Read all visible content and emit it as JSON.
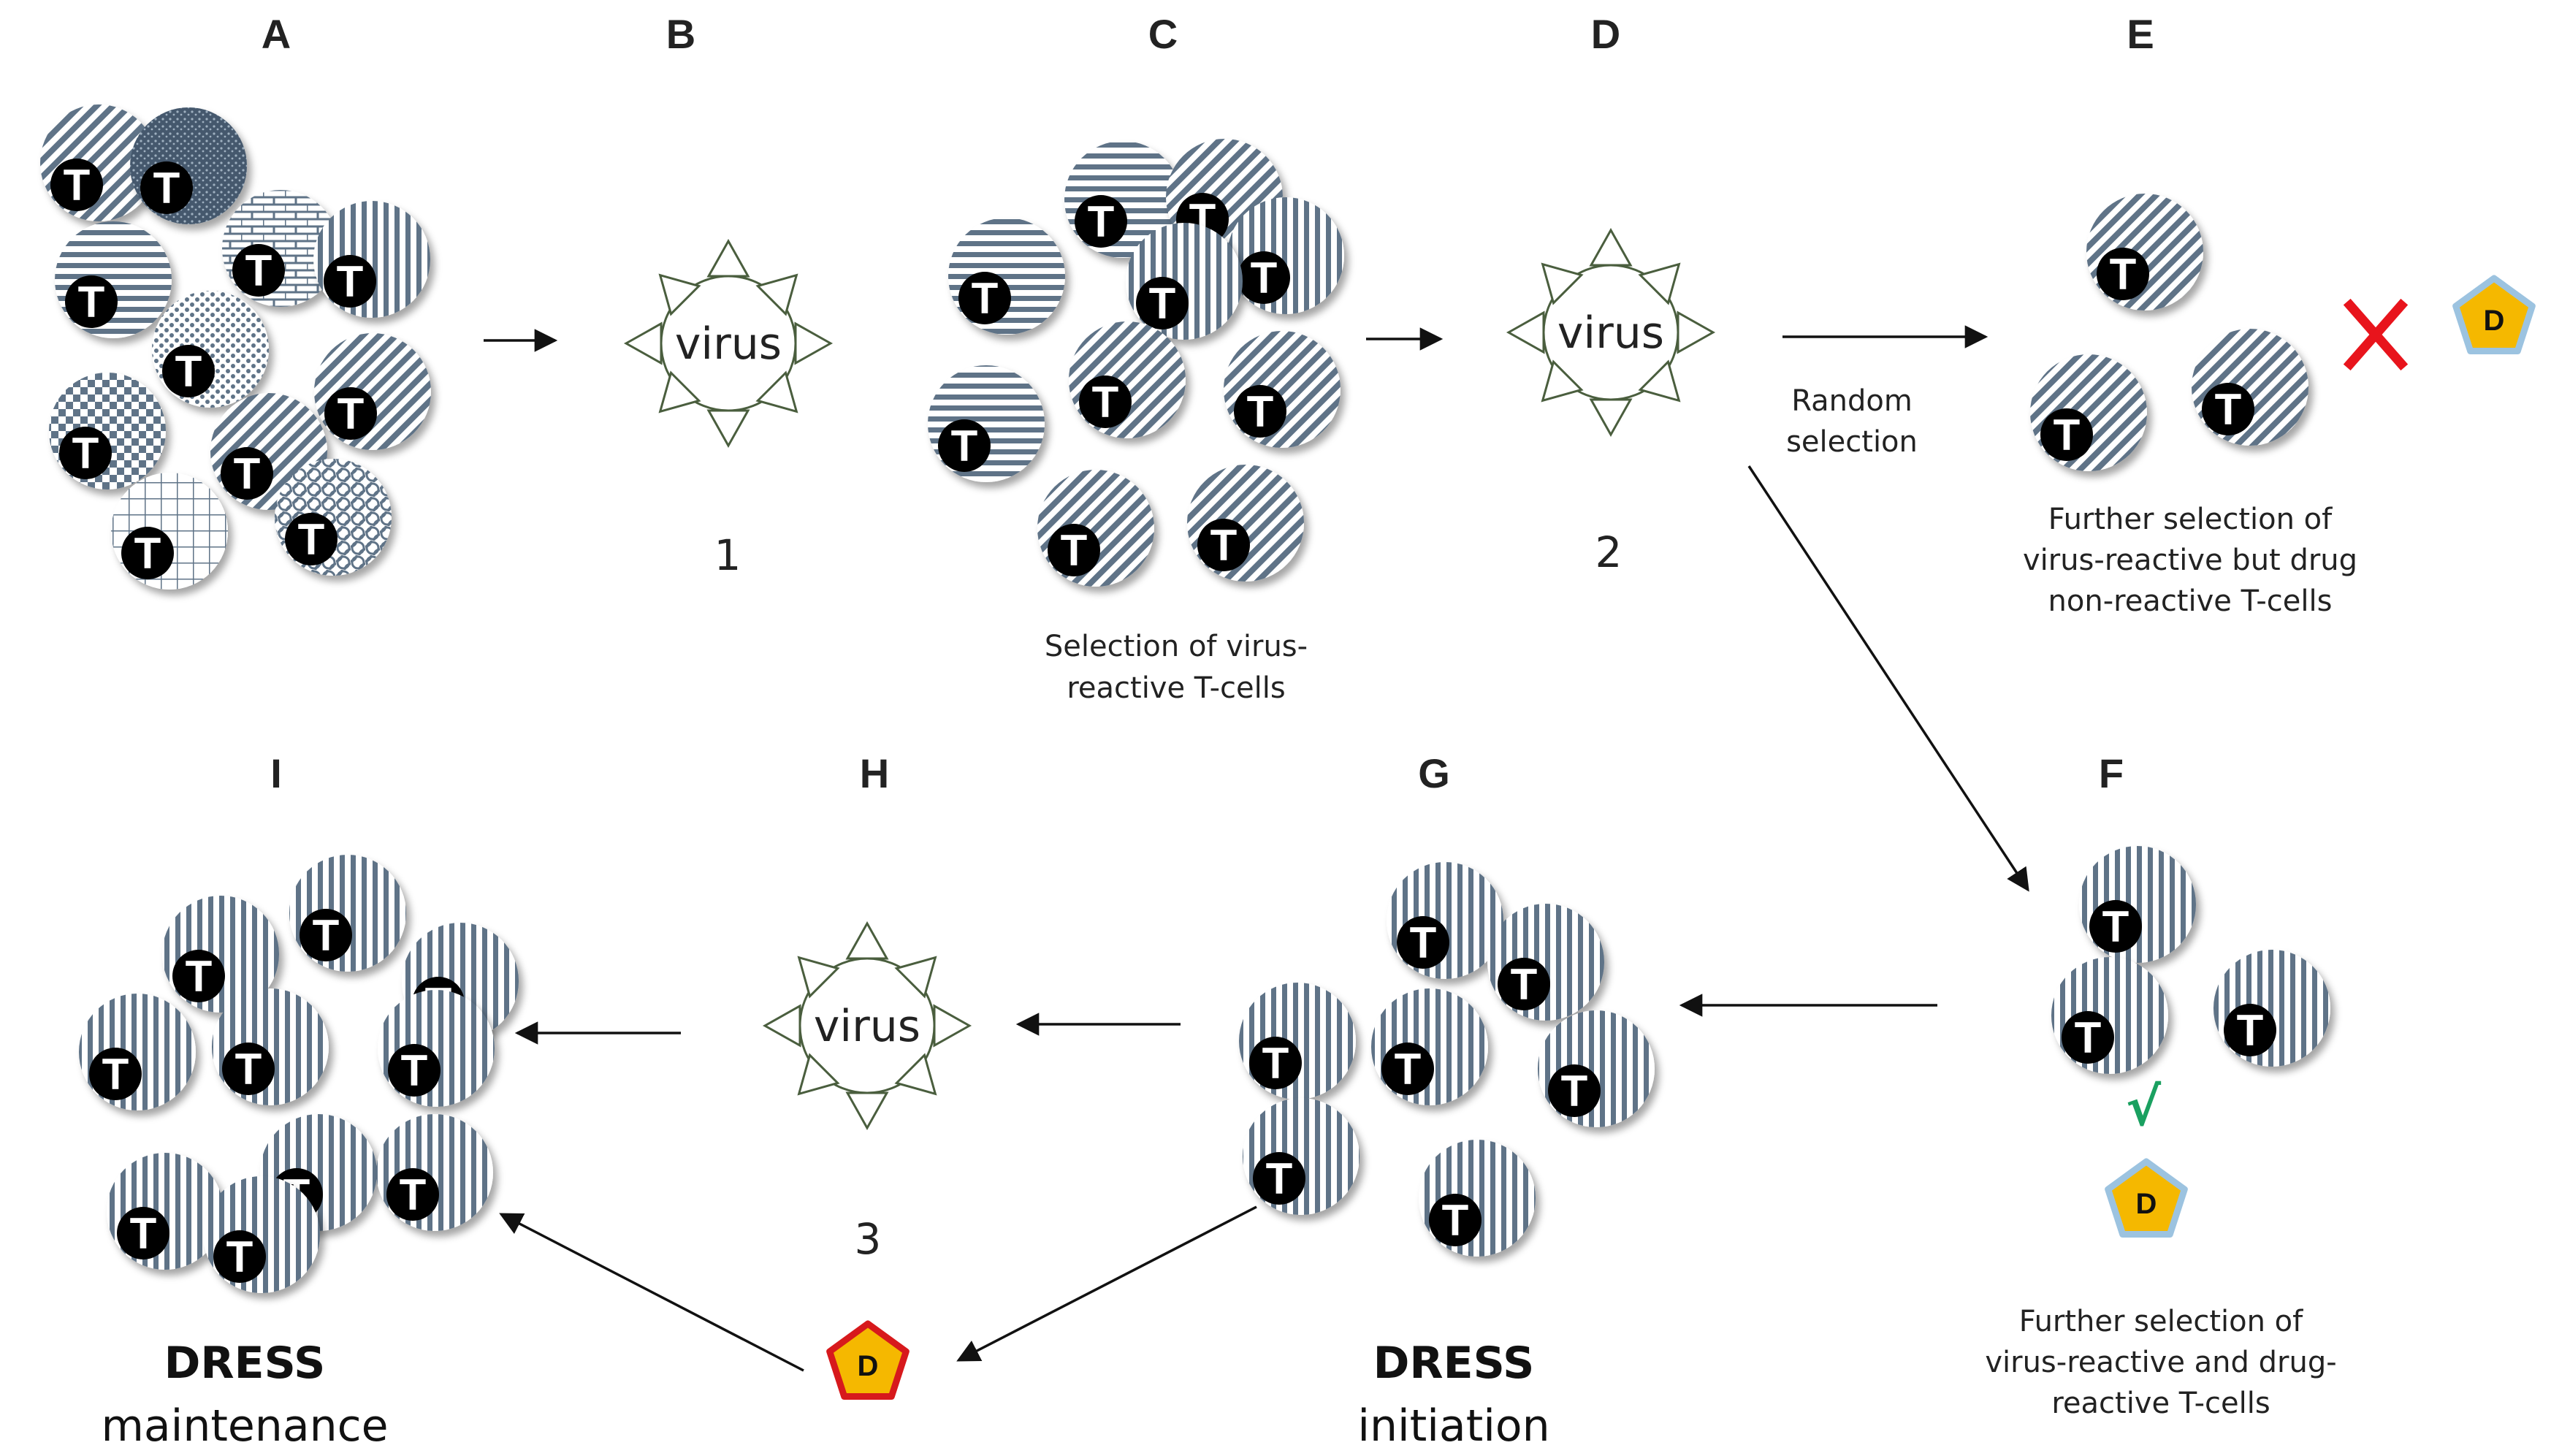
{
  "panels": {
    "A": "A",
    "B": "B",
    "C": "C",
    "D": "D",
    "E": "E",
    "F": "F",
    "G": "G",
    "H": "H",
    "I": "I"
  },
  "steps": {
    "one": "1",
    "two": "2",
    "three": "3"
  },
  "virus_label": "virus",
  "t_cell_label": "T",
  "drug_label": "D",
  "captions": {
    "c_line1": "Selection of virus-",
    "c_line2": "reactive T-cells",
    "random_line1": "Random",
    "random_line2": "selection",
    "e_line1": "Further  selection of",
    "e_line2": "virus-reactive but drug",
    "e_line3": "non-reactive T-cells",
    "f_line1": "Further  selection of",
    "f_line2": "virus-reactive and drug-",
    "f_line3": "reactive T-cells"
  },
  "dress": {
    "word": "DRESS",
    "initiation": "initiation",
    "maintenance": "maintenance"
  },
  "marks": {
    "check": "√"
  },
  "colors": {
    "cell_stripe": "#5f7387",
    "cell_dark": "#3f5468",
    "t_core": "#000000",
    "virus_stroke": "#4a5e3e",
    "drug_yellow": "#f5b800",
    "drug_blue_outline": "#9cc3e0",
    "drug_red_outline": "#d7191c",
    "cross_red": "#e8141c",
    "check_green": "#1aa060",
    "arrow": "#111111"
  }
}
